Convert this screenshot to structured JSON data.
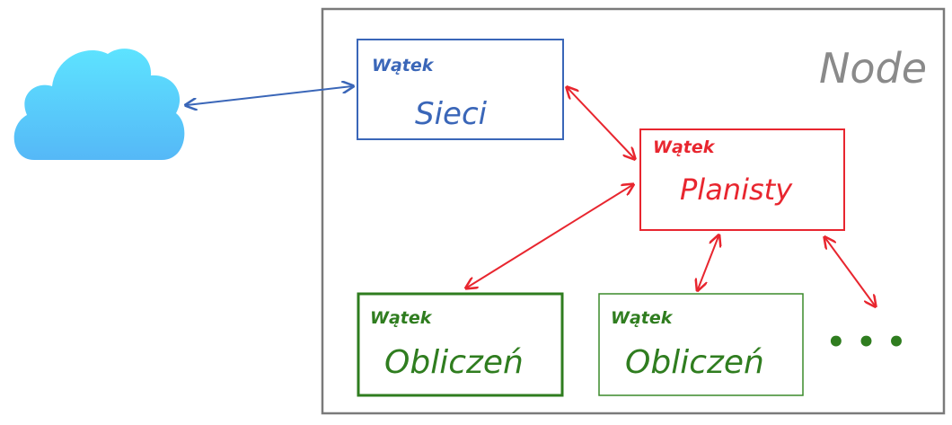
{
  "node": {
    "label": "Node"
  },
  "boxes": [
    {
      "key": "network",
      "small": "Wątek",
      "big": "Sieci",
      "color": "#3a66b8"
    },
    {
      "key": "scheduler",
      "small": "Wątek",
      "big": "Planisty",
      "color": "#e8262f"
    },
    {
      "key": "compute1",
      "small": "Wątek",
      "big": "Obliczeń",
      "color": "#2f7d1f"
    },
    {
      "key": "compute2",
      "small": "Wątek",
      "big": "Obliczeń",
      "color": "#3a8a2a"
    }
  ],
  "cloud": {
    "icon": "cloud-icon",
    "color": "#5ac8fa"
  },
  "ellipsis": {
    "text": "• • •",
    "color": "#2f7d1f"
  },
  "colors": {
    "node_border": "#7a7a7a",
    "node_label": "#8a8a8a",
    "link_net": "#3a66b8",
    "link_sched": "#e8262f"
  }
}
